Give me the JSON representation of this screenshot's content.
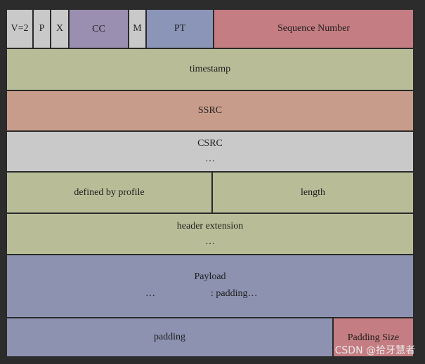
{
  "header_row": {
    "version": "V=2",
    "padding_bit": "P",
    "extension_bit": "X",
    "csrc_count": "CC",
    "marker": "M",
    "payload_type": "PT",
    "sequence_number": "Sequence Number"
  },
  "timestamp": "timestamp",
  "ssrc": "SSRC",
  "csrc": {
    "label": "CSRC",
    "ellipsis": "…"
  },
  "extension_header": {
    "defined_by_profile": "defined by profile",
    "length": "length"
  },
  "header_extension": {
    "label": "header extension",
    "ellipsis": "…"
  },
  "payload": {
    "label": "Payload",
    "ellipsis": "…",
    "padding": ": padding…"
  },
  "padding_row": {
    "padding": "padding",
    "padding_size": "Padding Size"
  },
  "watermark": "CSDN @拾牙慧者",
  "colors": {
    "grey": "#c9c9c9",
    "purple": "#9a8fb0",
    "blue": "#8a95b8",
    "red": "#c47d82",
    "green": "#b8bd98",
    "brown": "#c89c8a",
    "slate": "#8c92b0"
  }
}
